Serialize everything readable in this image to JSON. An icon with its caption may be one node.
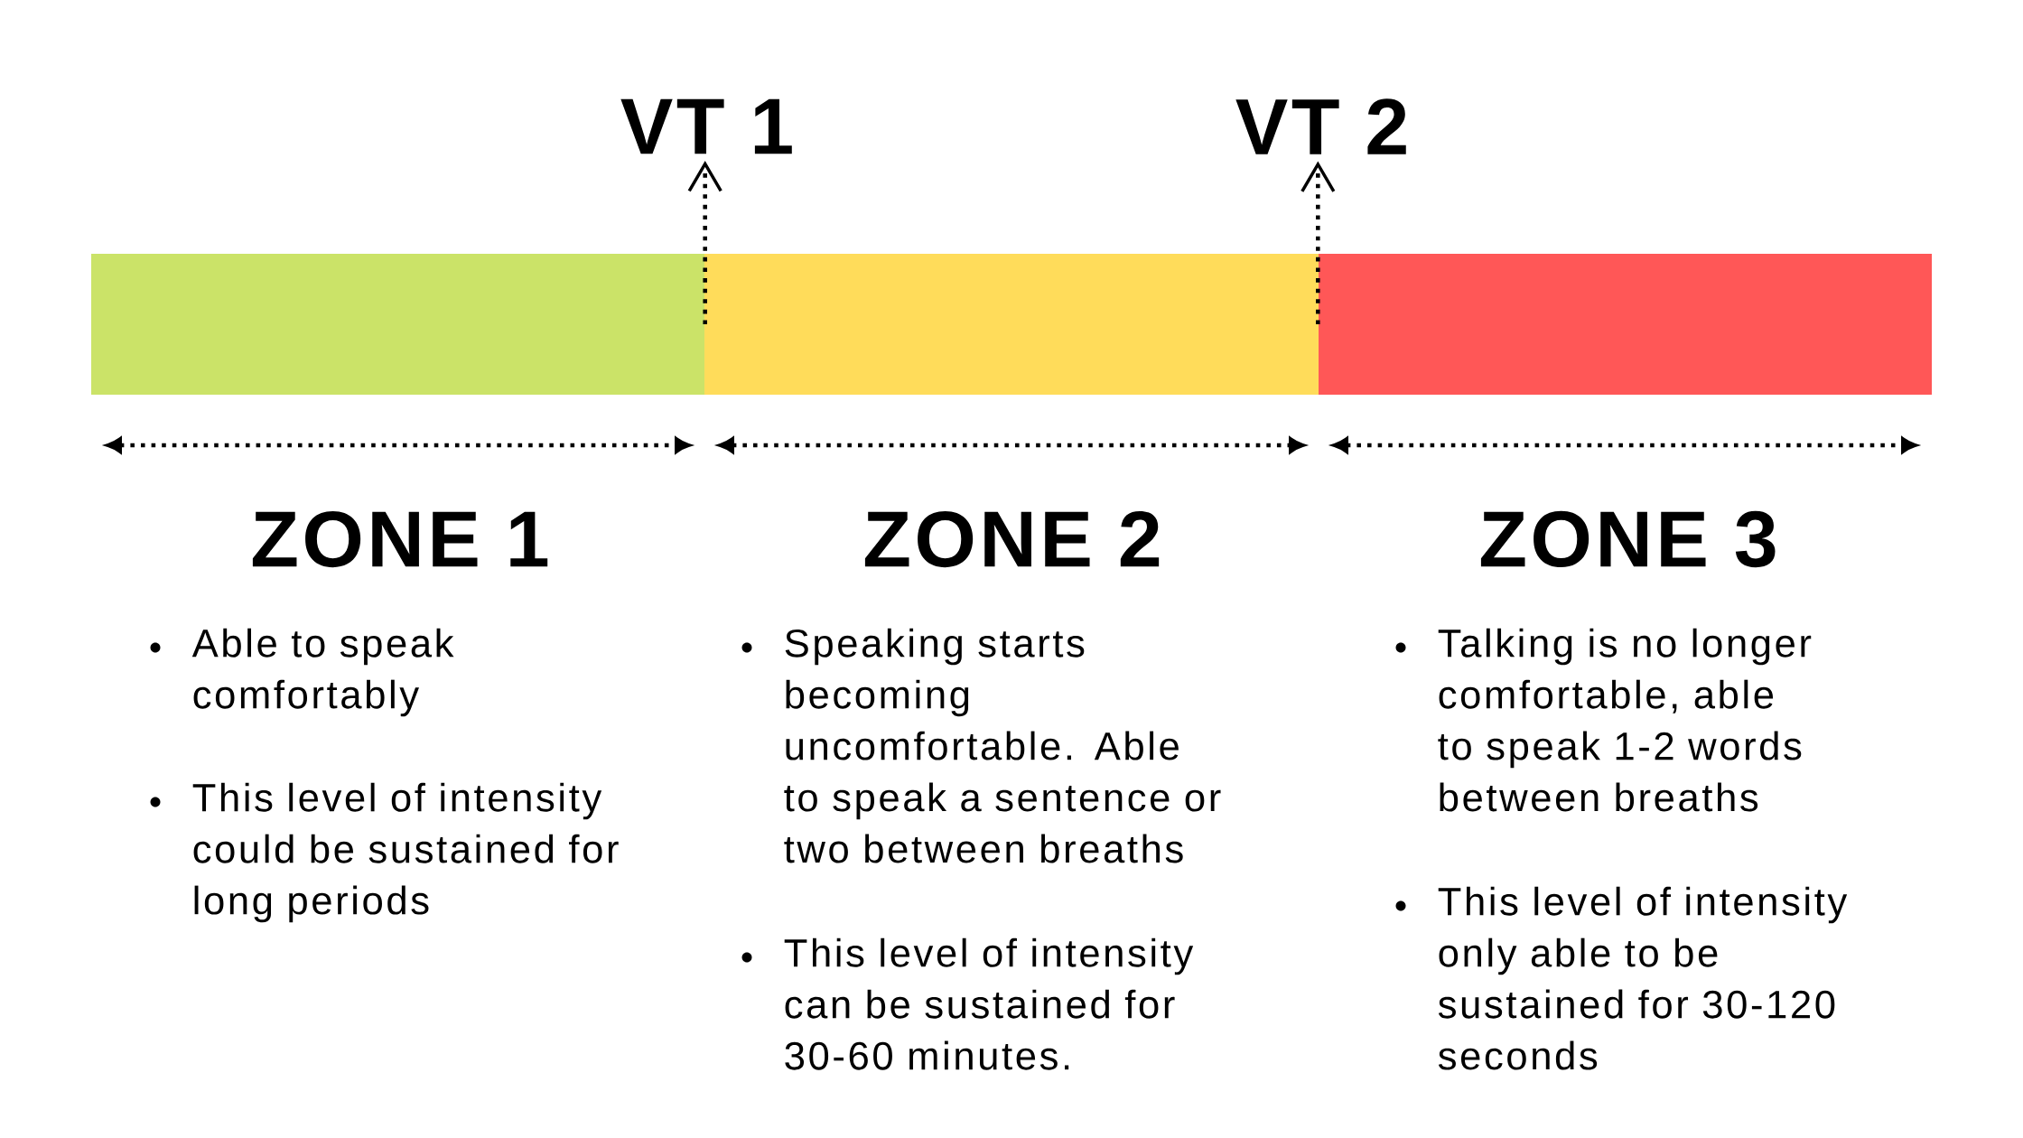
{
  "diagram": {
    "nodes": [
      {
        "text": [],
        "shape": "bar"
      },
      {
        "text": [],
        "shape": "bar"
      },
      {
        "text": [],
        "shape": "bar"
      },
      {
        "text": [
          "VT 1"
        ]
      },
      {
        "text": [
          "VT 2"
        ]
      }
    ],
    "edges": [
      {
        "from": 0,
        "to": 3,
        "arrow": "to"
      },
      {
        "from": 2,
        "to": 4,
        "arrow": "to"
      }
    ],
    "labels": [
      "ZONE 1",
      "Able to speak comfortably",
      "This level of intensity could be sustained for long periods",
      "ZONE 2",
      "Speaking starts becoming uncomfortable. Able to speak a sentence or two between breaths",
      "This level of intensity can be sustained for 30-60 minutes.",
      "ZONE 3",
      "Talking is no longer comfortable, able to speak 1-2 words between breaths",
      "This level of intensity only able to be sustained for 30-120 seconds"
    ]
  }
}
